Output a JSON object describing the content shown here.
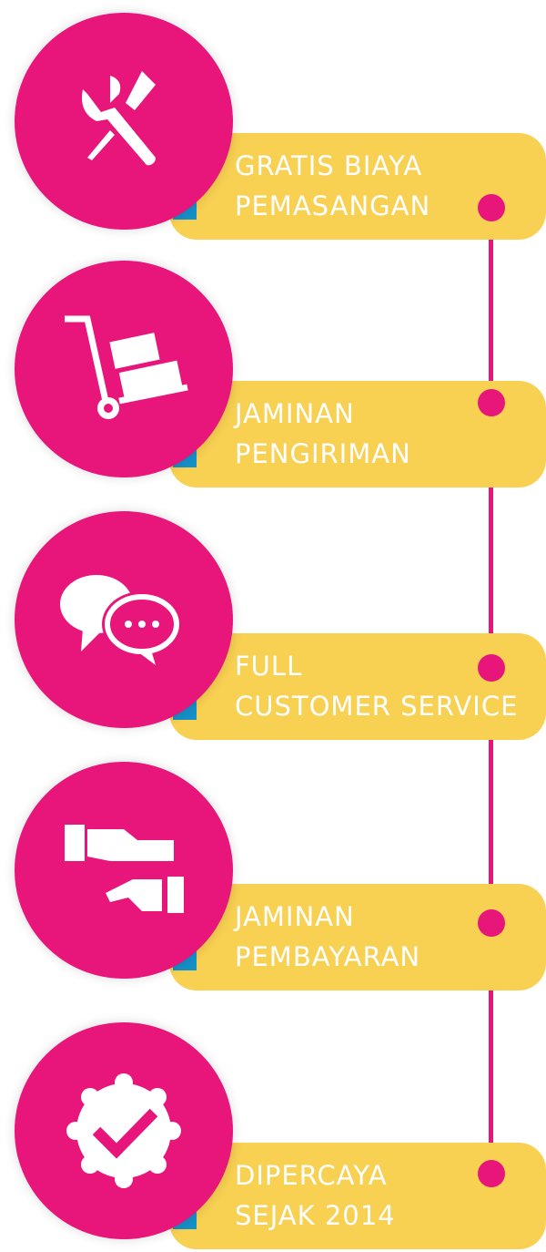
{
  "colors": {
    "pink": "#e8157a",
    "yellow": "#f8d052",
    "blue": "#1590c8"
  },
  "features": [
    {
      "icon": "tools-icon",
      "line1": "GRATIS BIAYA",
      "line2": "PEMASANGAN"
    },
    {
      "icon": "hand-truck-icon",
      "line1": "JAMINAN",
      "line2": "PENGIRIMAN"
    },
    {
      "icon": "chat-bubbles-icon",
      "line1": "FULL",
      "line2": "CUSTOMER SERVICE"
    },
    {
      "icon": "handshake-payment-icon",
      "line1": "JAMINAN",
      "line2": "PEMBAYARAN"
    },
    {
      "icon": "verified-badge-icon",
      "line1": "DIPERCAYA",
      "line2": "SEJAK 2014"
    }
  ]
}
